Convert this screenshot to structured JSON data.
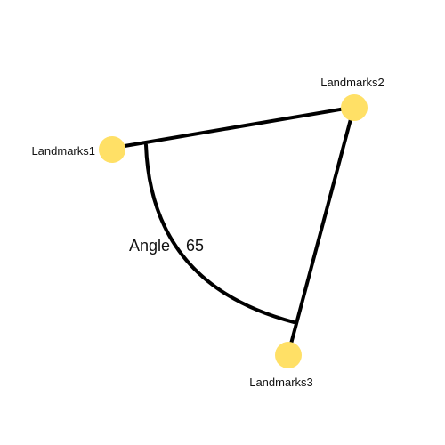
{
  "landmarks": [
    {
      "label": "Landmarks1"
    },
    {
      "label": "Landmarks2"
    },
    {
      "label": "Landmarks3"
    }
  ],
  "angle": {
    "label": "Angle",
    "value": "65"
  },
  "colors": {
    "marker": "#FFE066",
    "line": "#000000",
    "text": "#111111",
    "background": "#FFFFFF"
  }
}
